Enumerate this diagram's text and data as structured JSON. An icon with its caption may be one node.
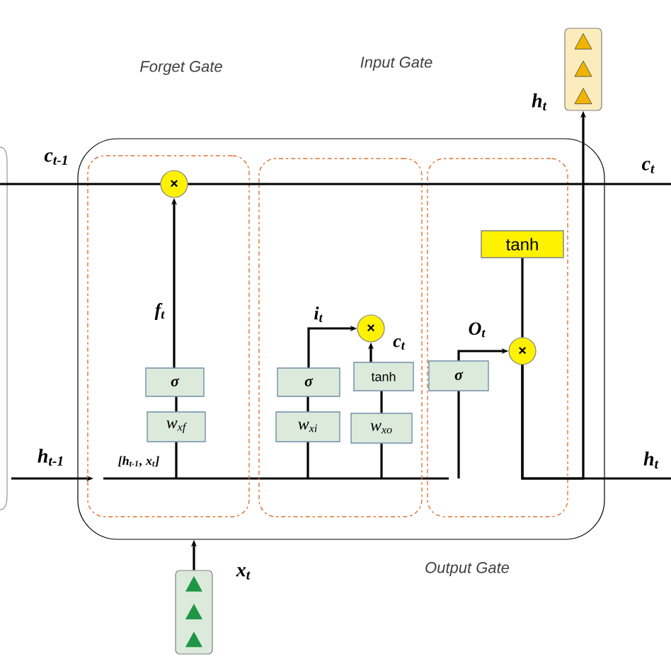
{
  "diagram": {
    "nodes": [
      {
        "text": [],
        "shape": "box"
      },
      {
        "text": [],
        "shape": "box",
        "in": 0
      },
      {
        "text": [
          "×"
        ],
        "in": 1
      },
      {
        "text": [
          "σ"
        ],
        "in": 1
      },
      {
        "text": [
          "w$_{xf}$"
        ],
        "in": 1
      },
      {
        "text": [],
        "shape": "box",
        "in": 0
      },
      {
        "text": [
          "σ"
        ],
        "in": 5
      },
      {
        "text": [
          "w$_{xi}$"
        ],
        "in": 5
      },
      {
        "text": [
          "×"
        ],
        "in": 5
      },
      {
        "text": [
          "tanh"
        ],
        "in": 5
      },
      {
        "text": [
          "w$_{xo}$"
        ],
        "in": 5
      },
      {
        "text": [],
        "shape": "box",
        "in": 0
      },
      {
        "text": [
          "σ"
        ],
        "in": 11
      },
      {
        "text": [
          "×"
        ],
        "in": 11
      },
      {
        "text": [
          "tanh"
        ],
        "in": 11
      },
      {
        "text": [],
        "shape": "box",
        "beside": [
          "x$_{t}$"
        ]
      },
      {
        "text": [],
        "shape": "box",
        "beside": [
          "h$_{t}$"
        ]
      }
    ],
    "edges": [
      {
        "from": null,
        "to": 2,
        "arrow": "none"
      },
      {
        "from": 2,
        "to": null,
        "arrow": "none"
      },
      {
        "from": 3,
        "to": 2,
        "arrow": "to",
        "label": "f$_{t}$"
      },
      {
        "from": 4,
        "to": 3,
        "arrow": "none"
      },
      {
        "from": null,
        "to": 4,
        "arrow": "none"
      },
      {
        "from": 7,
        "to": 6,
        "arrow": "none"
      },
      {
        "from": null,
        "to": 7,
        "arrow": "none"
      },
      {
        "from": 6,
        "to": 8,
        "arrow": "to",
        "label": "i$_{t}$"
      },
      {
        "from": 10,
        "to": 9,
        "arrow": "none"
      },
      {
        "from": null,
        "to": 10,
        "arrow": "none"
      },
      {
        "from": 9,
        "to": 8,
        "arrow": "to",
        "label": "c$_{t}$"
      },
      {
        "from": null,
        "to": 12,
        "arrow": "none"
      },
      {
        "from": 12,
        "to": 13,
        "arrow": "to",
        "label": "O$_{t}$"
      },
      {
        "from": 14,
        "to": 13,
        "arrow": "none"
      },
      {
        "from": 13,
        "to": null,
        "arrow": "none"
      },
      {
        "from": 13,
        "to": 16,
        "arrow": "to"
      },
      {
        "from": 15,
        "to": 0,
        "arrow": "to"
      }
    ],
    "labels": [
      "Forget Gate",
      "Input Gate",
      "c$_{t-1}$",
      "h$_{t-1}$",
      "[h$_{t-1}$, x$_{t}$]",
      "c$_{t}$",
      "h$_{t}$",
      "Output Gate"
    ]
  }
}
